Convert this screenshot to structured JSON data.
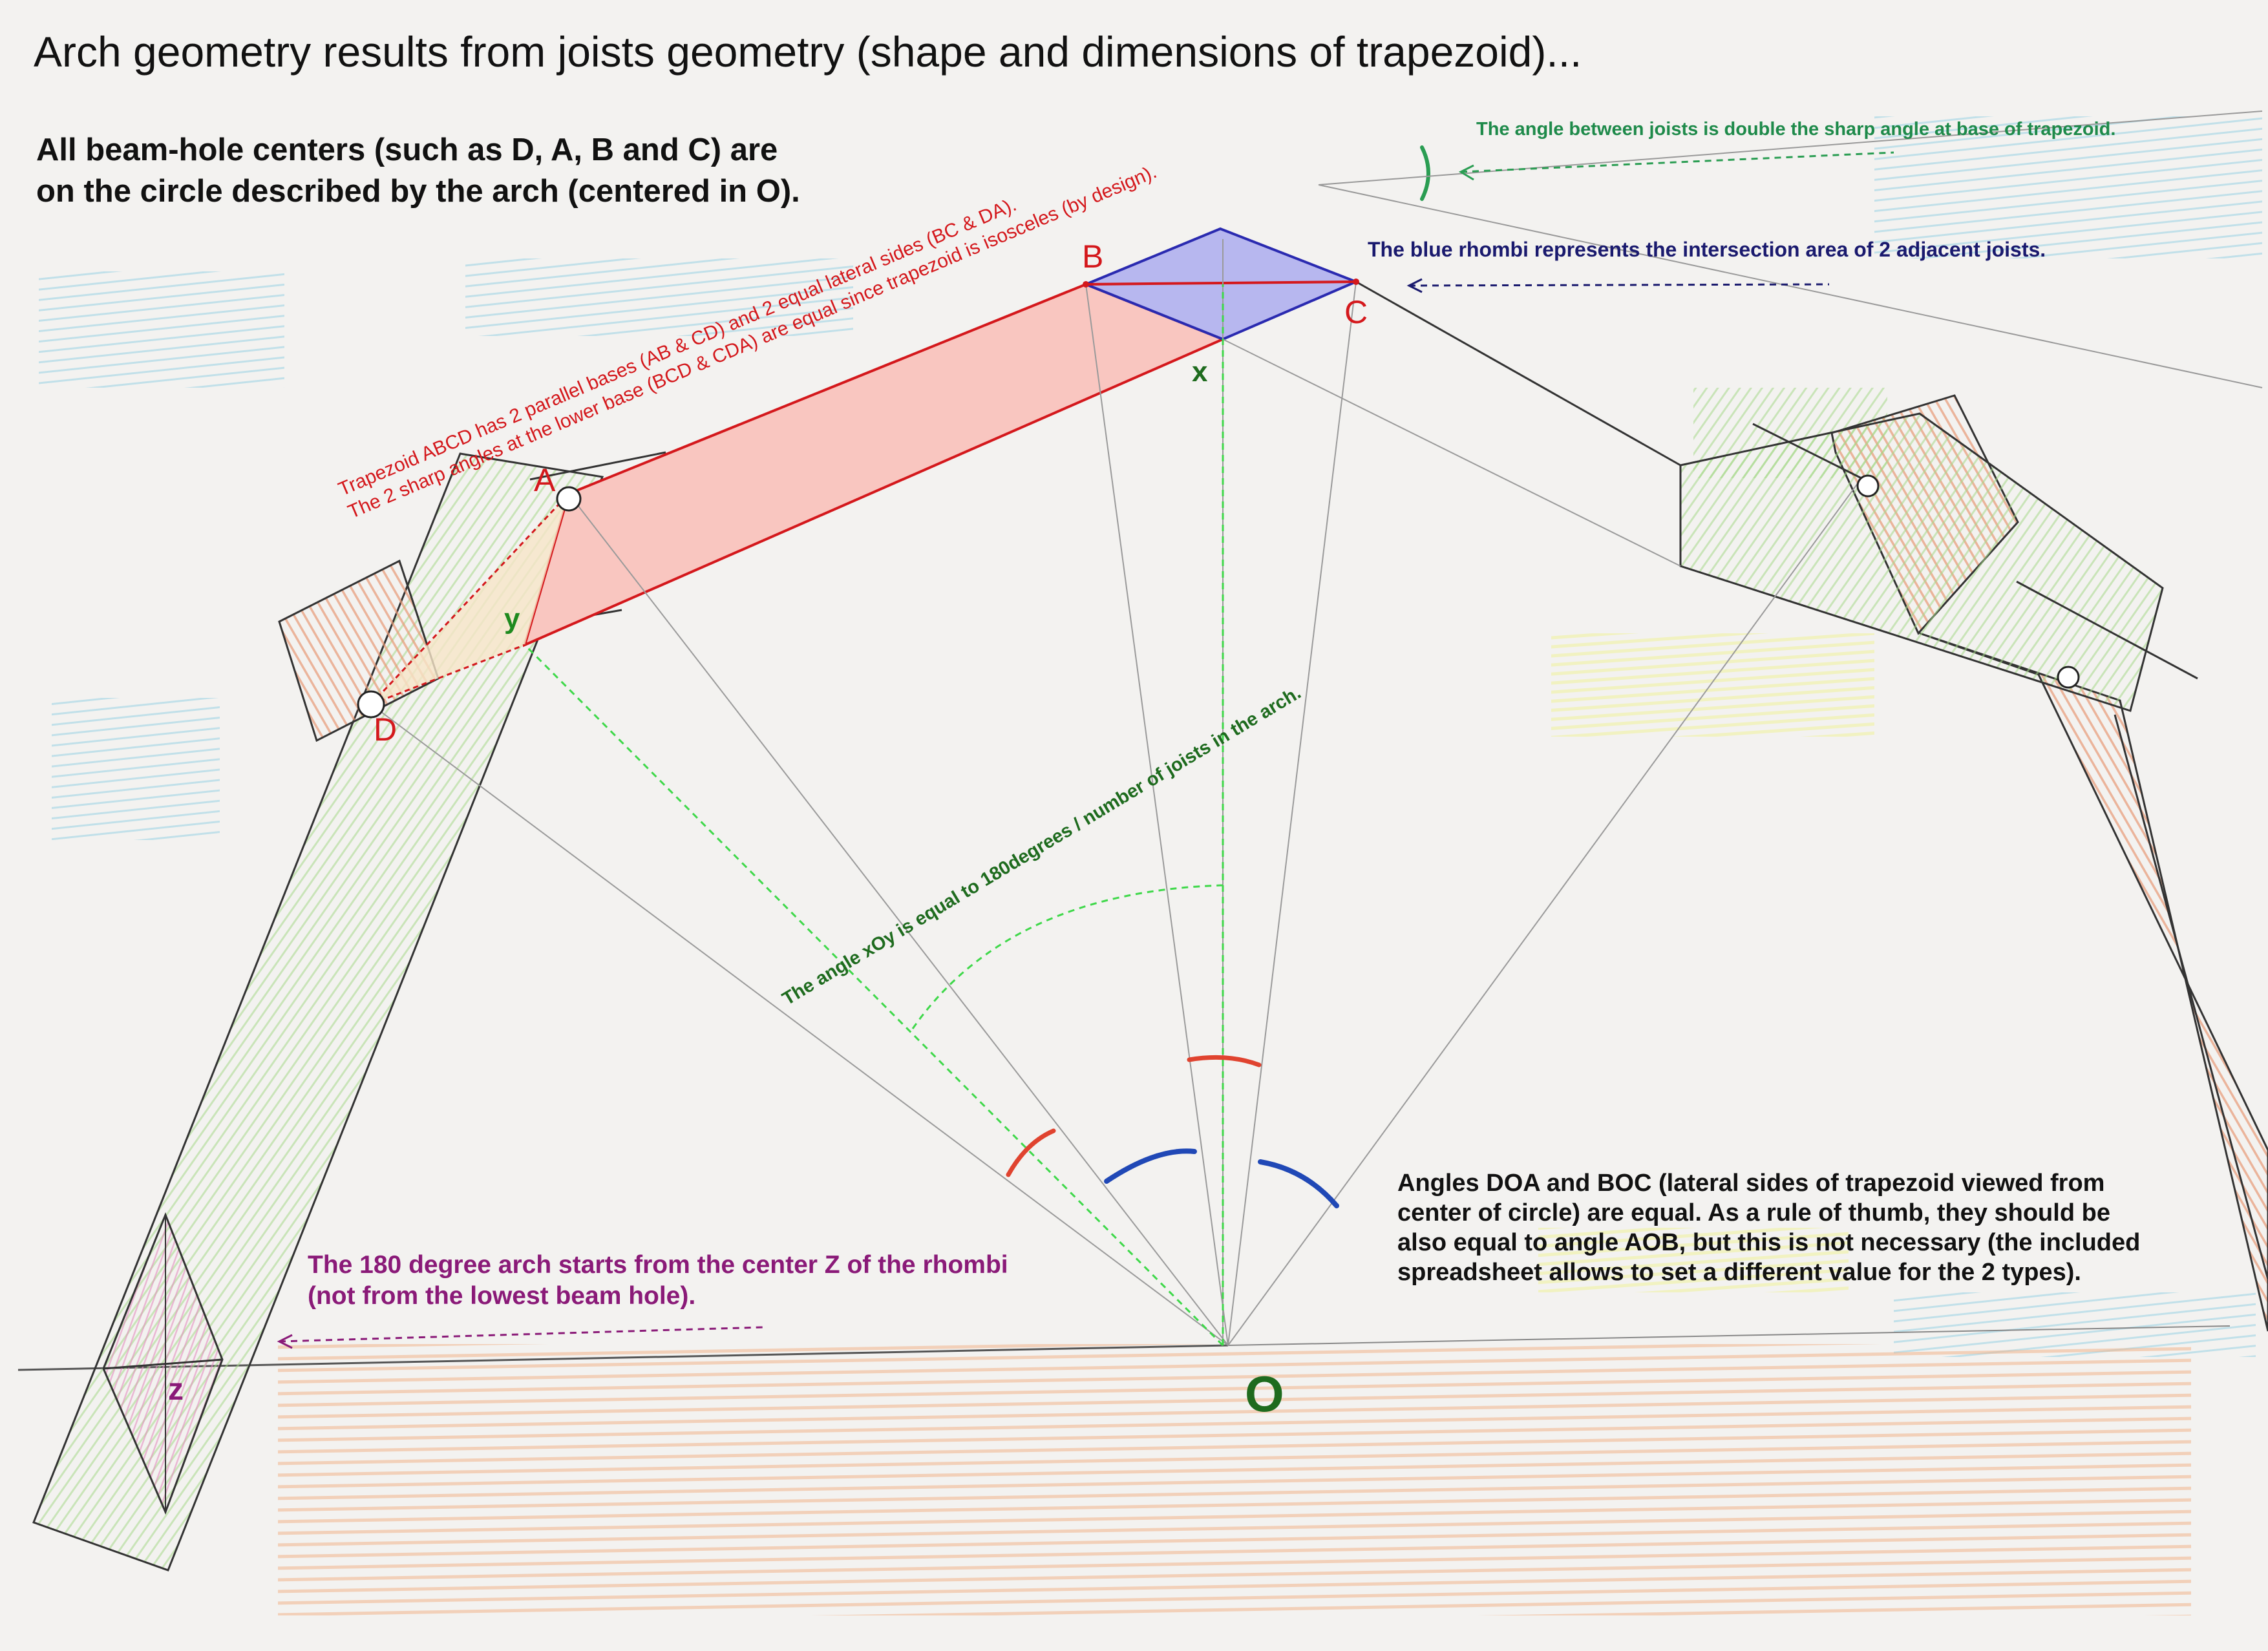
{
  "title": "Arch geometry results from joists geometry (shape and dimensions of trapezoid)...",
  "intro": {
    "line1": "All beam-hole centers (such as D, A, B and C) are",
    "line2": "on the circle described by the arch (centered in O)."
  },
  "notes": {
    "joist_angle": "The angle between joists is double the sharp  angle at base of trapezoid.",
    "blue_rhombi": "The blue rhombi represents the intersection area of 2 adjacent joists.",
    "trapezoid_line1": "Trapezoid ABCD has 2 parallel bases (AB & CD) and 2 equal lateral sides (BC & DA).",
    "trapezoid_line2": "The 2 sharp angles at the lower base (BCD & CDA) are equal since trapezoid is isosceles (by design).",
    "angle_xoy": "The angle xOy is equal to 180degrees / number of joists in the arch.",
    "arch_start_line1": "The 180 degree arch starts from the center Z of the rhombi",
    "arch_start_line2": "(not from the lowest beam hole).",
    "angles_line1": "Angles DOA and BOC (lateral sides of trapezoid viewed from",
    "angles_line2": "center of circle) are equal. As a rule of thumb, they should be",
    "angles_line3": "also equal to angle AOB, but this is not necessary (the included",
    "angles_line4": "spreadsheet allows to set a different value for the 2 types)."
  },
  "labels": {
    "A": "A",
    "B": "B",
    "C": "C",
    "D": "D",
    "O": "O",
    "x": "x",
    "y": "y",
    "z": "z"
  },
  "colors": {
    "red": "#d4181c",
    "green_text": "#1e6b1e",
    "blue_rhombus": "#2a2ab0",
    "purple": "#8a1a78",
    "dark_blue_text": "#1a1a6e"
  },
  "icons": {
    "arrow": "dashed-arrow-left"
  }
}
